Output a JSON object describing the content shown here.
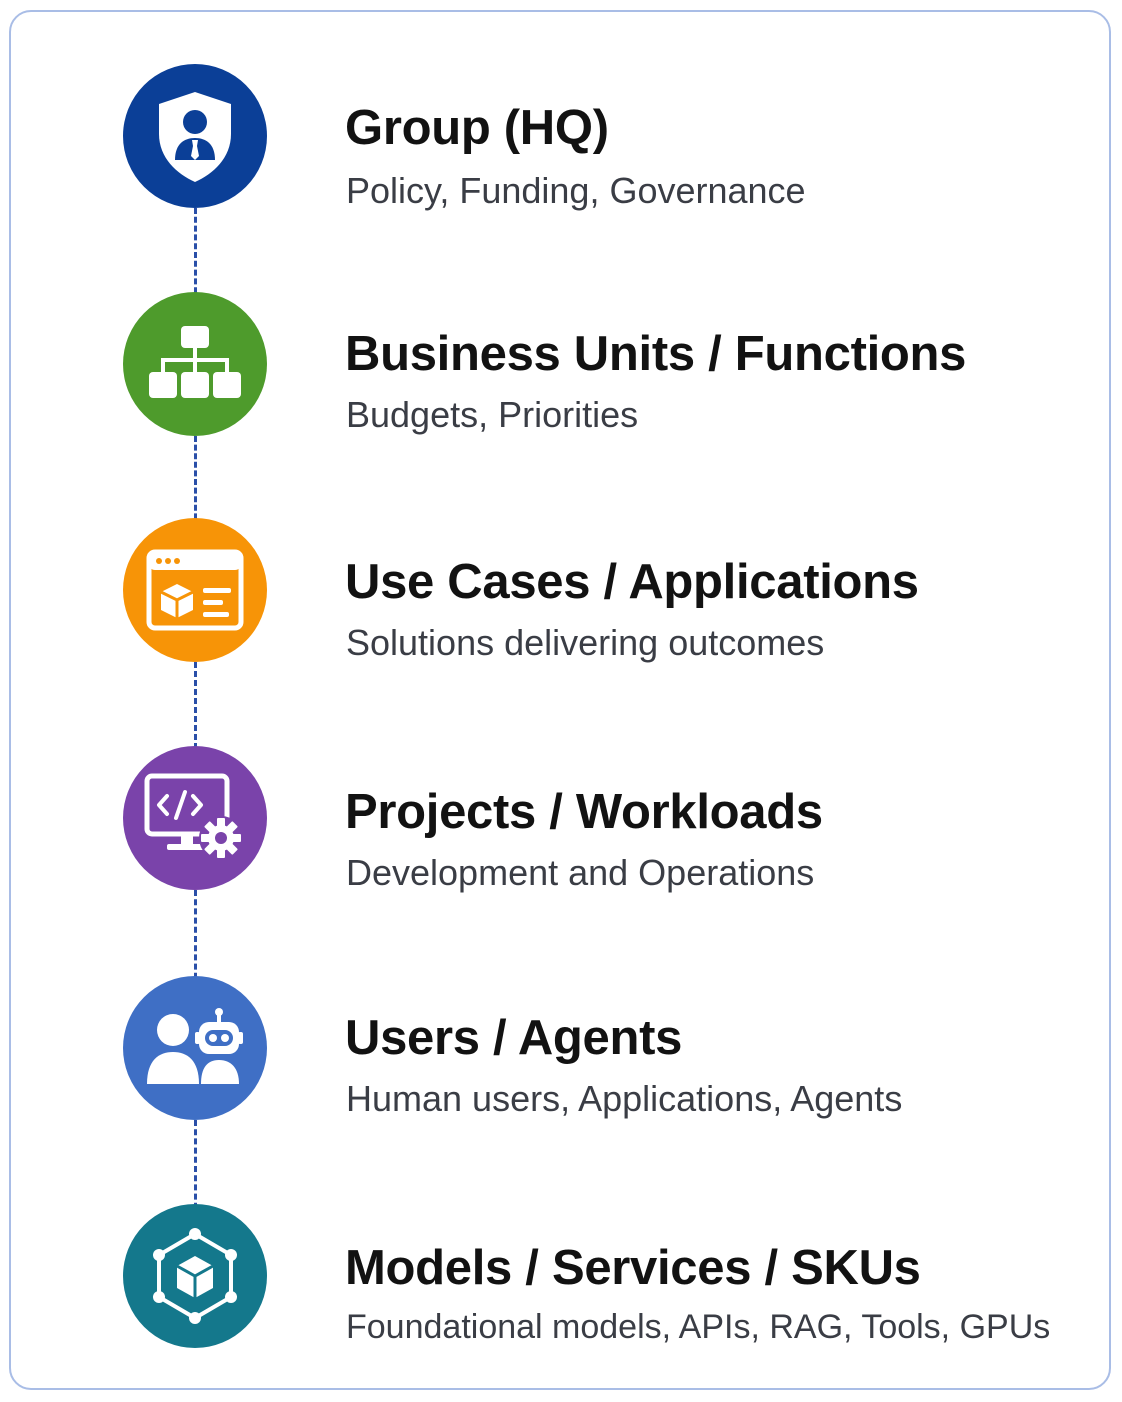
{
  "tiers": [
    {
      "title": "Group (HQ)",
      "subtitle": "Policy, Funding, Governance",
      "icon": "shield-user-icon",
      "color": "#0b3f97"
    },
    {
      "title": "Business Units / Functions",
      "subtitle": "Budgets, Priorities",
      "icon": "org-chart-icon",
      "color": "#4e9b2c"
    },
    {
      "title": "Use Cases / Applications",
      "subtitle": "Solutions delivering outcomes",
      "icon": "app-window-icon",
      "color": "#f79407"
    },
    {
      "title": "Projects / Workloads",
      "subtitle": "Development and Operations",
      "icon": "code-monitor-gear-icon",
      "color": "#7a43aa"
    },
    {
      "title": "Users / Agents",
      "subtitle": "Human users, Applications, Agents",
      "icon": "user-robot-icon",
      "color": "#3f6fc5"
    },
    {
      "title": "Models / Services / SKUs",
      "subtitle": "Foundational models, APIs, RAG, Tools, GPUs",
      "icon": "cube-network-icon",
      "color": "#14788c"
    }
  ]
}
